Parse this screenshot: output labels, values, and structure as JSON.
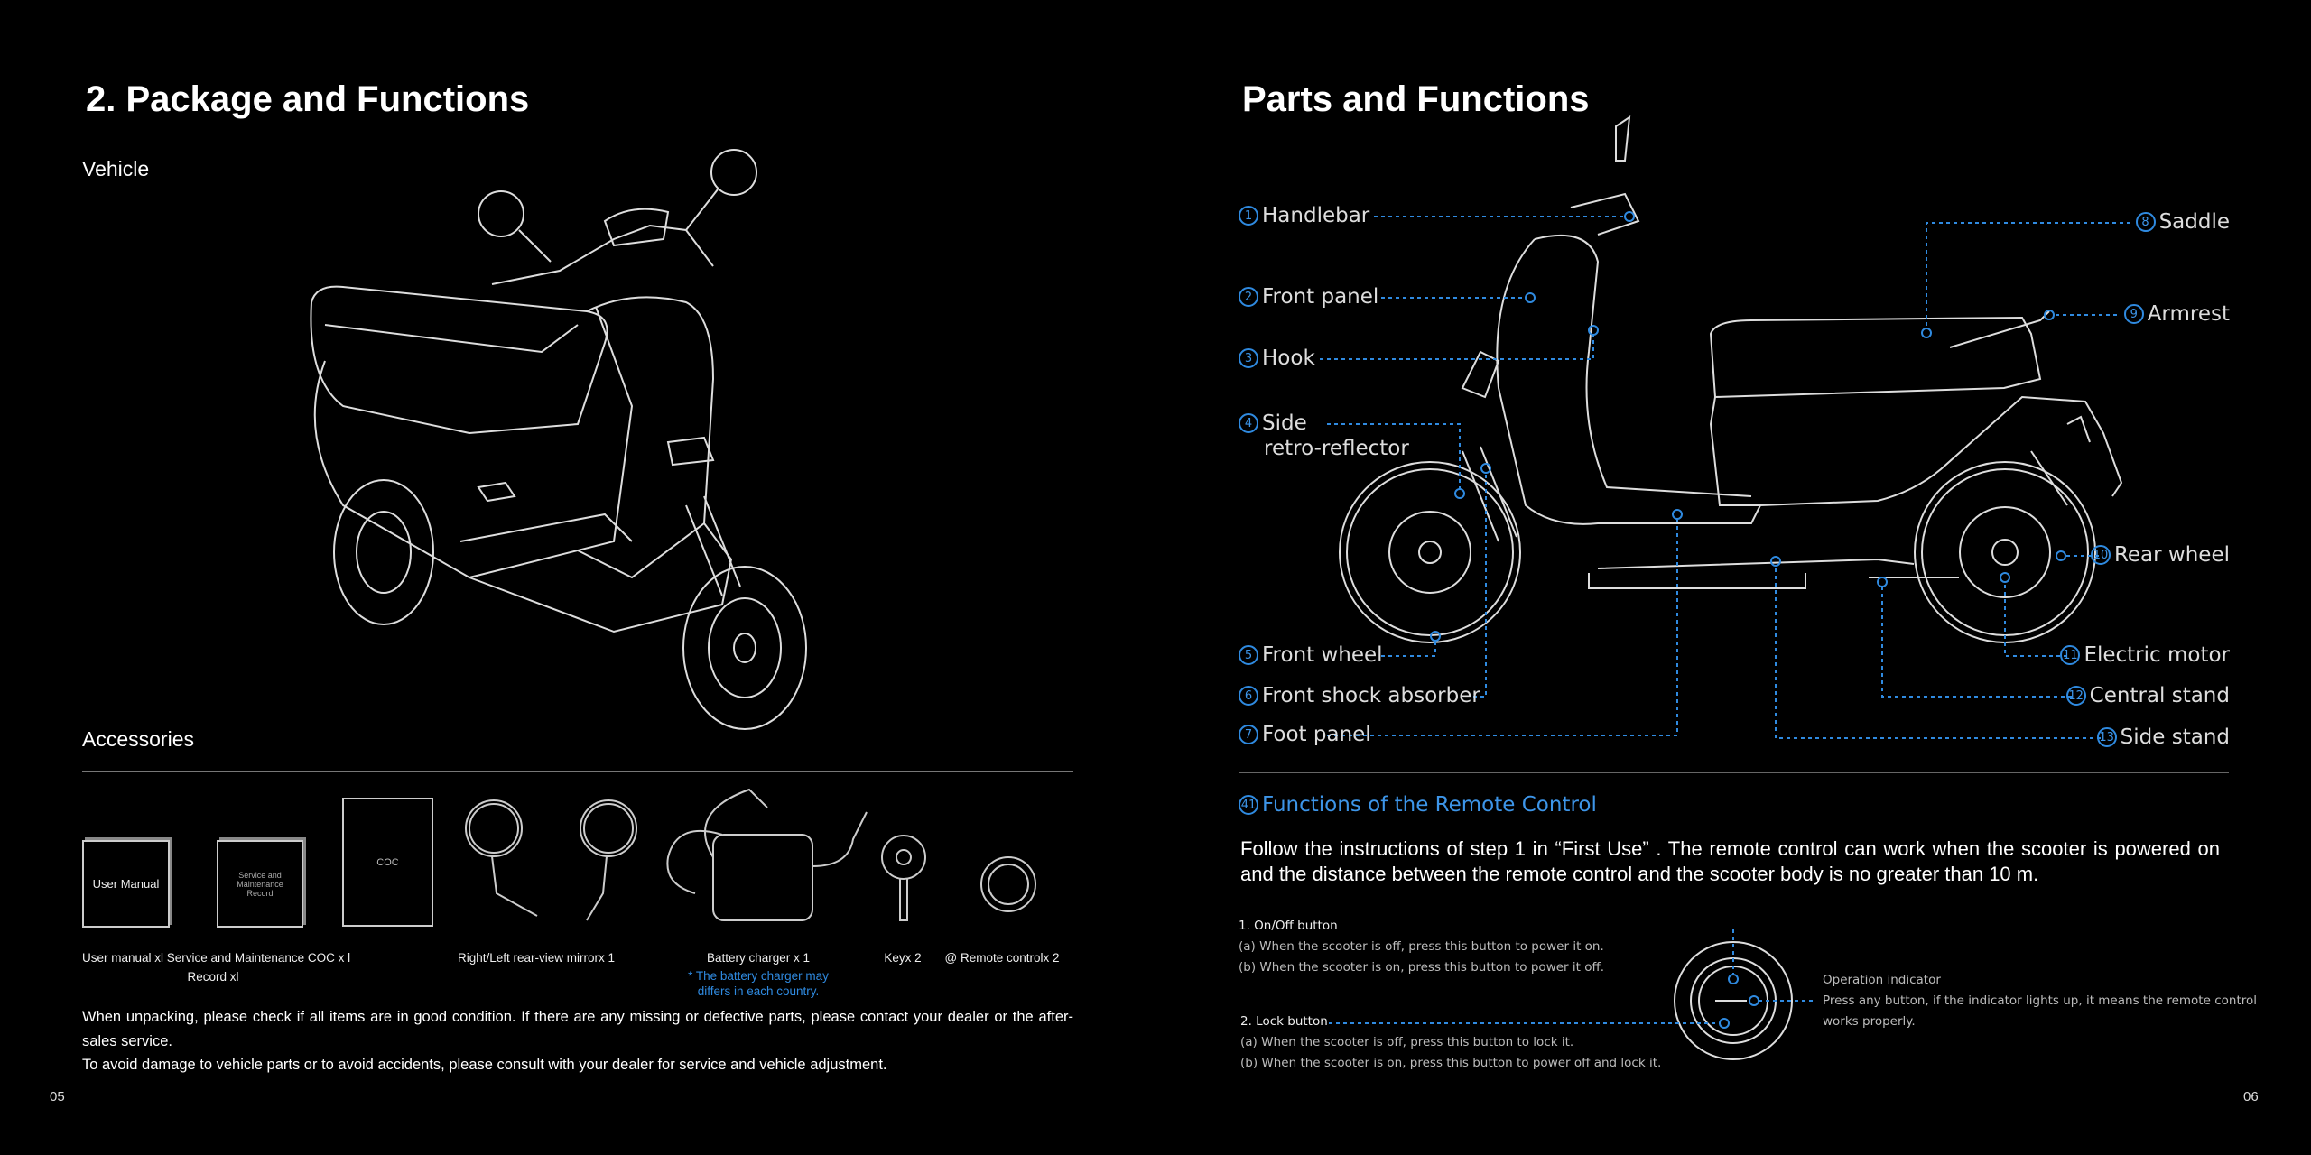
{
  "left": {
    "title": "2. Package and Functions",
    "vehicle_heading": "Vehicle",
    "accessories_heading": "Accessories",
    "item_texts": {
      "user_manual": "User Manual",
      "service_record": "Service and Maintenance Record",
      "coc": "COC"
    },
    "captions": {
      "manuals": "User manual xl Service and Maintenance COC x l",
      "manuals_line2": "Record xl",
      "mirrors": "Right/Left rear-view mirrorx 1",
      "charger": "Battery charger x 1",
      "charger_note_1": "* The battery charger may",
      "charger_note_2": "differs in each country.",
      "key": "Keyx 2",
      "remote": "@ Remote controlx 2"
    },
    "paragraph_1": "When unpacking, please check if all items are in good condition. If there are any missing or defective parts, please contact your dealer or the after-sales service.",
    "paragraph_2": "To avoid damage to vehicle parts or to avoid accidents, please consult with your dealer for service and vehicle adjustment.",
    "page_number": "05"
  },
  "right": {
    "title": "Parts and Functions",
    "parts": [
      {
        "n": "1",
        "label": "Handlebar"
      },
      {
        "n": "2",
        "label": "Front panel"
      },
      {
        "n": "3",
        "label": "Hook"
      },
      {
        "n": "4",
        "label": "Side",
        "label2": "retro-reflector"
      },
      {
        "n": "5",
        "label": "Front wheel"
      },
      {
        "n": "6",
        "label": "Front shock absorber"
      },
      {
        "n": "7",
        "label": "Foot panel"
      },
      {
        "n": "8",
        "label": "Saddle"
      },
      {
        "n": "9",
        "label": "Armrest"
      },
      {
        "n": "10",
        "label": "Rear wheel"
      },
      {
        "n": "11",
        "label": "Electric motor"
      },
      {
        "n": "12",
        "label": "Central stand"
      },
      {
        "n": "13",
        "label": "Side stand"
      }
    ],
    "remote_heading_num": "41",
    "remote_heading": "Functions of the Remote Control",
    "remote_intro": "Follow the instructions of step 1 in “First Use” . The remote control can work when the scooter is powered on and the distance between the remote control and the scooter body is no greater than 10 m.",
    "onoff": {
      "title": "1. On/Off button",
      "a": "(a) When the scooter is off, press this button to power it on.",
      "b": "(b) When the scooter is on, press this button to power it off."
    },
    "lock": {
      "title": "2. Lock button",
      "a": "(a) When the scooter is off, press this button to lock it.",
      "b": "(b) When the scooter is on, press this button to power off and lock it."
    },
    "indicator": {
      "title": "Operation indicator",
      "desc_1": "Press any button, if the indicator lights up, it means the remote control",
      "desc_2": "works properly."
    },
    "page_number": "06"
  },
  "colors": {
    "accent": "#2f8ae0",
    "background": "#000000"
  }
}
